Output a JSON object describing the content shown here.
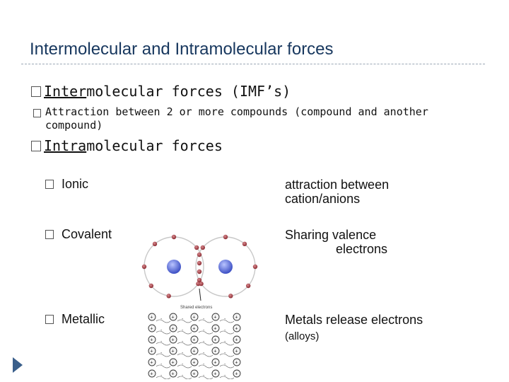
{
  "slide": {
    "title": "Intermolecular and Intramolecular forces",
    "inter": {
      "underlined": "Inter",
      "rest": "molecular forces (IMF’s)"
    },
    "sub_line1": "Attraction between 2 or more compounds (compound and another",
    "sub_line2": "compound)",
    "intra": {
      "underlined": "Intra",
      "rest": "molecular forces"
    },
    "rows": [
      {
        "label": "Ionic",
        "desc_line1": "attraction between",
        "desc_line2": "cation/anions"
      },
      {
        "label": "Covalent",
        "desc_line1": "Sharing valence",
        "desc_line2": "electrons"
      },
      {
        "label": "Metallic",
        "desc_line1": "Metals release electrons",
        "desc_line2": "(alloys)"
      }
    ],
    "diagram_caption": "Shared electrons",
    "colors": {
      "title": "#17375e",
      "nucleus": "#5b6fd8",
      "electron": "#a0363d",
      "nav_arrow": "#3a5f8b"
    }
  }
}
